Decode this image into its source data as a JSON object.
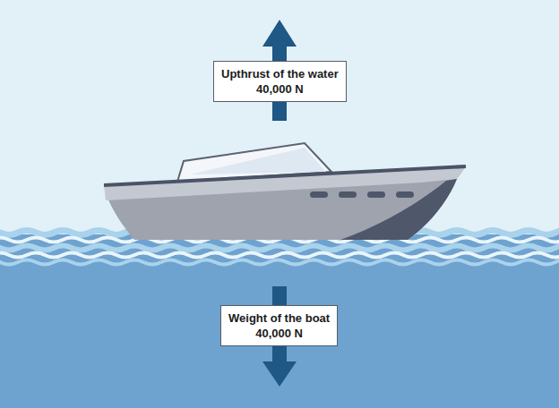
{
  "diagram": {
    "nodes": [
      {
        "text": [
          "Upthrust of the water",
          "40,000 N"
        ]
      },
      {
        "text": [
          "Weight of the boat",
          "40,000 N"
        ]
      }
    ]
  }
}
